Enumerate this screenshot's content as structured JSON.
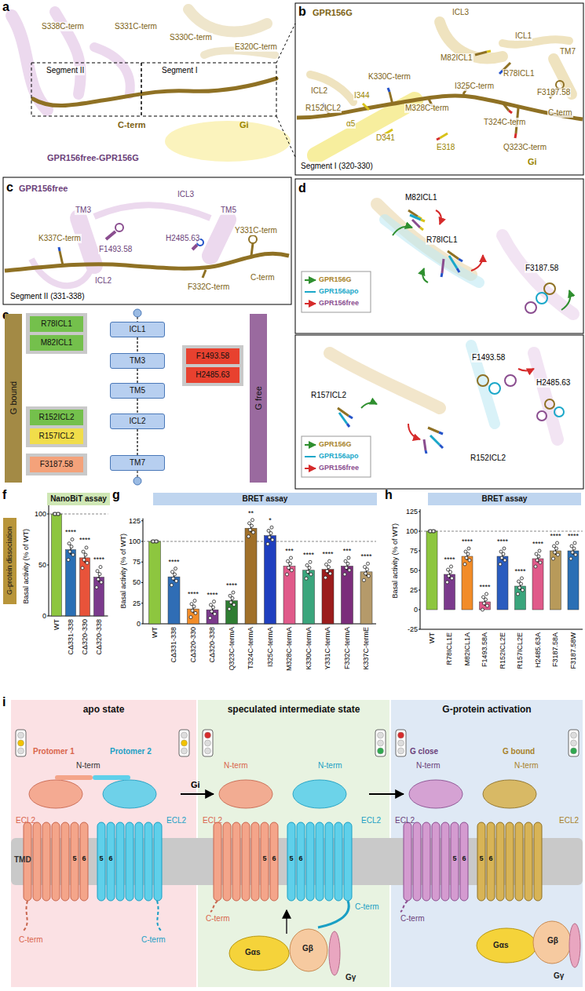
{
  "diagram": {
    "nodes": [
      {
        "text": [
          "G bound"
        ]
      },
      {
        "text": [
          "R78ICL1"
        ]
      },
      {
        "text": [
          "M82ICL1"
        ]
      },
      {
        "text": [
          "R152ICL2"
        ]
      },
      {
        "text": [
          "R157ICL2"
        ]
      },
      {
        "text": [
          "F3187.58"
        ]
      },
      {
        "text": [
          "ICL1"
        ]
      },
      {
        "text": [
          "TM3"
        ]
      },
      {
        "text": [
          "TM5"
        ]
      },
      {
        "text": [
          "ICL2"
        ]
      },
      {
        "text": [
          "TM7"
        ]
      },
      {
        "text": [
          "F1493.58"
        ]
      },
      {
        "text": [
          "H2485.63"
        ]
      },
      {
        "text": [
          "G free"
        ]
      },
      {
        "text": [
          "G-protein dissociation"
        ]
      },
      {
        "text": [
          "NanoBiT assay"
        ]
      },
      {
        "text": [
          "BRET assay"
        ]
      },
      {
        "text": [
          "BRET assay"
        ]
      },
      {
        "text": [
          "apo state"
        ]
      },
      {
        "text": [
          "speculated intermediate state"
        ]
      },
      {
        "text": [
          "G-protein activation"
        ]
      }
    ],
    "edges": [
      {
        "from": 6,
        "to": 7,
        "arrow": "none"
      },
      {
        "from": 7,
        "to": 8,
        "arrow": "none"
      },
      {
        "from": 8,
        "to": 9,
        "arrow": "none"
      },
      {
        "from": 9,
        "to": 10,
        "arrow": "none"
      }
    ],
    "labels": [
      "a",
      "S338C-term",
      "S331C-term",
      "S330C-term",
      "E320C-term",
      "Segment II",
      "Segment I",
      "C-term",
      "Gi",
      "GPR156free-GPR156G",
      "b",
      "GPR156G",
      "ICL3",
      "ICL1",
      "TM7",
      "M82ICL1",
      "R78ICL1",
      "F3187.58",
      "ICL2",
      "K330C-term",
      "I325C-term",
      "C-term",
      "R152ICL2",
      "I344",
      "M328C-term",
      "T324C-term",
      "α5",
      "D341",
      "Q323C-term",
      "E318",
      "Gi",
      "Segment I (320-330)",
      "c",
      "GPR156free",
      "ICL3",
      "TM3",
      "TM5",
      "K337C-term",
      "F1493.58",
      "H2485.63",
      "Y331C-term",
      "ICL2",
      "F332C-term",
      "C-term",
      "Segment II (331-338)",
      "d",
      "M82ICL1",
      "R78ICL1",
      "F3187.58",
      "GPR156G",
      "GPR156apo",
      "GPR156free",
      "F1493.58",
      "H2485.63",
      "R157ICL2",
      "R152ICL2",
      "GPR156G",
      "GPR156apo",
      "GPR156free",
      "e",
      "f",
      "Basal activity (% of WT)",
      "0",
      "50",
      "100",
      "WT",
      "CΔ331-338",
      "CΔ320-330",
      "CΔ320-338",
      "****",
      "****",
      "****",
      "g",
      "Basal activity (% of WT)",
      "0",
      "25",
      "50",
      "75",
      "100",
      "125",
      "WT",
      "CΔ331-338",
      "CΔ320-330",
      "CΔ320-338",
      "Q323C-termA",
      "T324C-termA",
      "I325C-termA",
      "M328C-termA",
      "K330C-termA",
      "Y331C-termA",
      "F332C-termA",
      "K337C-termE",
      "****",
      "****",
      "****",
      "****",
      "**",
      "*",
      "***",
      "****",
      "****",
      "***",
      "****",
      "h",
      "Basal activity (% of WT)",
      "-25",
      "0",
      "25",
      "50",
      "75",
      "100",
      "125",
      "WT",
      "R78ICL1E",
      "M82ICL1A",
      "F1493.58A",
      "R152ICL2E",
      "R157ICL2E",
      "H2485.63A",
      "F3187.58A",
      "F3187.58W",
      "****",
      "****",
      "****",
      "****",
      "****",
      "****",
      "****",
      "****",
      "i",
      "Protomer 1",
      "Protomer 2",
      "N-term",
      "ECL2",
      "ECL2",
      "TMD",
      "5",
      "6",
      "5",
      "6",
      "C-term",
      "C-term",
      "Gi",
      "N-term",
      "N-term",
      "ECL2",
      "ECL2",
      "5",
      "6",
      "5",
      "6",
      "C-term",
      "C-term",
      "Gαs",
      "Gβ",
      "Gγ",
      "G close",
      "G bound",
      "N-term",
      "N-term",
      "ECL2",
      "ECL2",
      "5",
      "6",
      "5",
      "6",
      "C-term",
      "Gαs",
      "Gβ",
      "Gγ"
    ]
  }
}
